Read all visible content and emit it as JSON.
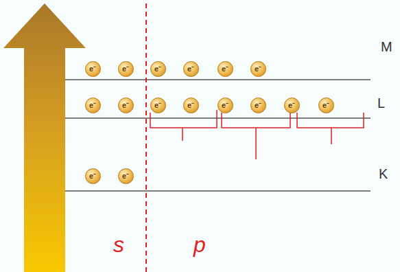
{
  "diagram": {
    "nodes": [
      {
        "text": [
          "e⁻"
        ]
      },
      {
        "text": [
          "e⁻"
        ]
      },
      {
        "text": [
          "e⁻"
        ]
      },
      {
        "text": [
          "e⁻"
        ]
      },
      {
        "text": [
          "e⁻"
        ]
      },
      {
        "text": [
          "e⁻"
        ]
      },
      {
        "text": [
          "e⁻"
        ]
      },
      {
        "text": [
          "e⁻"
        ]
      },
      {
        "text": [
          "e⁻"
        ]
      },
      {
        "text": [
          "e⁻"
        ]
      },
      {
        "text": [
          "e⁻"
        ]
      },
      {
        "text": [
          "e⁻"
        ]
      },
      {
        "text": [
          "e⁻"
        ]
      },
      {
        "text": [
          "e⁻"
        ]
      },
      {
        "text": [
          "e⁻"
        ]
      },
      {
        "text": [
          "e⁻"
        ]
      }
    ],
    "labels": [
      "M",
      "L",
      "K",
      "s",
      "p"
    ]
  }
}
